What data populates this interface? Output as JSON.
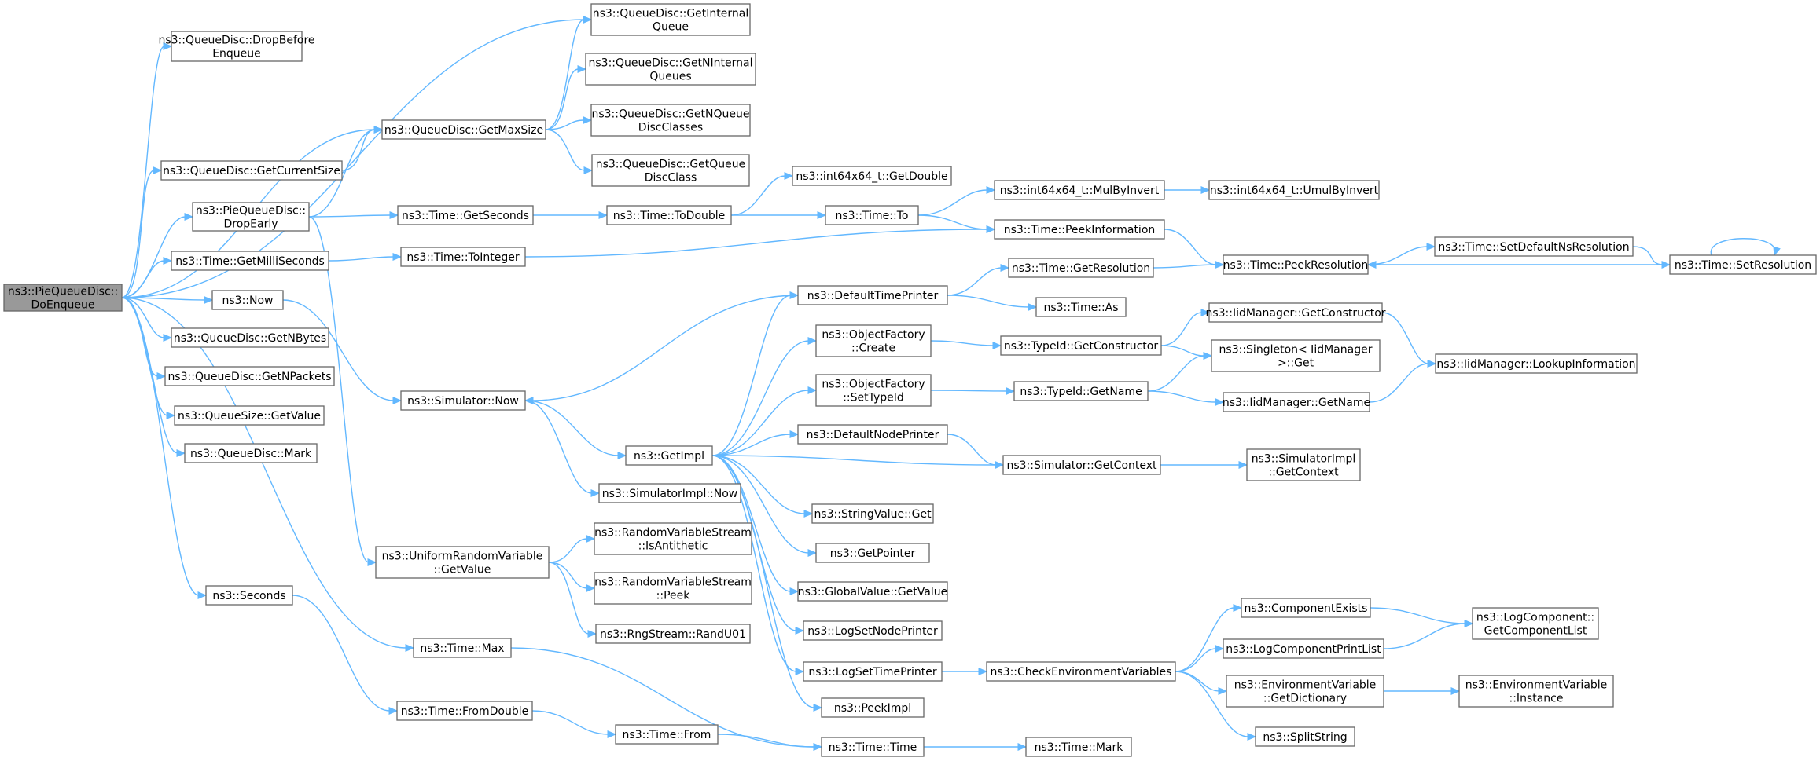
{
  "graph": {
    "root": "ns3::PieQueueDisc::DoEnqueue",
    "nodes": [
      {
        "id": "root",
        "lines": [
          "ns3::PieQueueDisc::",
          "DoEnqueue"
        ]
      },
      {
        "id": "dropBeforeEnqueue",
        "lines": [
          "ns3::QueueDisc::DropBefore",
          "Enqueue"
        ]
      },
      {
        "id": "getCurrentSize",
        "lines": [
          "ns3::QueueDisc::GetCurrentSize"
        ]
      },
      {
        "id": "dropEarly",
        "lines": [
          "ns3::PieQueueDisc::",
          "DropEarly"
        ]
      },
      {
        "id": "getMilliSeconds",
        "lines": [
          "ns3::Time::GetMilliSeconds"
        ]
      },
      {
        "id": "now",
        "lines": [
          "ns3::Now"
        ]
      },
      {
        "id": "getNBytes",
        "lines": [
          "ns3::QueueDisc::GetNBytes"
        ]
      },
      {
        "id": "getNPackets",
        "lines": [
          "ns3::QueueDisc::GetNPackets"
        ]
      },
      {
        "id": "queueSizeGetValue",
        "lines": [
          "ns3::QueueSize::GetValue"
        ]
      },
      {
        "id": "qdMark",
        "lines": [
          "ns3::QueueDisc::Mark"
        ]
      },
      {
        "id": "seconds",
        "lines": [
          "ns3::Seconds"
        ]
      },
      {
        "id": "getMaxSize",
        "lines": [
          "ns3::QueueDisc::GetMaxSize"
        ]
      },
      {
        "id": "getInternalQueue",
        "lines": [
          "ns3::QueueDisc::GetInternal",
          "Queue"
        ]
      },
      {
        "id": "getNInternalQueues",
        "lines": [
          "ns3::QueueDisc::GetNInternal",
          "Queues"
        ]
      },
      {
        "id": "getNQueueDiscClasses",
        "lines": [
          "ns3::QueueDisc::GetNQueue",
          "DiscClasses"
        ]
      },
      {
        "id": "getQueueDiscClass",
        "lines": [
          "ns3::QueueDisc::GetQueue",
          "DiscClass"
        ]
      },
      {
        "id": "getSeconds",
        "lines": [
          "ns3::Time::GetSeconds"
        ]
      },
      {
        "id": "toInteger",
        "lines": [
          "ns3::Time::ToInteger"
        ]
      },
      {
        "id": "simNow",
        "lines": [
          "ns3::Simulator::Now"
        ]
      },
      {
        "id": "urvGetValue",
        "lines": [
          "ns3::UniformRandomVariable",
          "::GetValue"
        ]
      },
      {
        "id": "timeMax",
        "lines": [
          "ns3::Time::Max"
        ]
      },
      {
        "id": "fromDouble",
        "lines": [
          "ns3::Time::FromDouble"
        ]
      },
      {
        "id": "toDouble",
        "lines": [
          "ns3::Time::ToDouble"
        ]
      },
      {
        "id": "i64GetDouble",
        "lines": [
          "ns3::int64x64_t::GetDouble"
        ]
      },
      {
        "id": "timeTo",
        "lines": [
          "ns3::Time::To"
        ]
      },
      {
        "id": "mulByInvert",
        "lines": [
          "ns3::int64x64_t::MulByInvert"
        ]
      },
      {
        "id": "umulByInvert",
        "lines": [
          "ns3::int64x64_t::UmulByInvert"
        ]
      },
      {
        "id": "peekInformation",
        "lines": [
          "ns3::Time::PeekInformation"
        ]
      },
      {
        "id": "peekResolution",
        "lines": [
          "ns3::Time::PeekResolution"
        ]
      },
      {
        "id": "setDefaultNsResolution",
        "lines": [
          "ns3::Time::SetDefaultNsResolution"
        ]
      },
      {
        "id": "setResolution",
        "lines": [
          "ns3::Time::SetResolution"
        ]
      },
      {
        "id": "defaultTimePrinter",
        "lines": [
          "ns3::DefaultTimePrinter"
        ]
      },
      {
        "id": "getResolution",
        "lines": [
          "ns3::Time::GetResolution"
        ]
      },
      {
        "id": "timeAs",
        "lines": [
          "ns3::Time::As"
        ]
      },
      {
        "id": "ofCreate",
        "lines": [
          "ns3::ObjectFactory",
          "::Create"
        ]
      },
      {
        "id": "typeIdGetConstructor",
        "lines": [
          "ns3::TypeId::GetConstructor"
        ]
      },
      {
        "id": "iidGetConstructor",
        "lines": [
          "ns3::IidManager::GetConstructor"
        ]
      },
      {
        "id": "singletonGet",
        "lines": [
          "ns3::Singleton< IidManager",
          " >::Get"
        ]
      },
      {
        "id": "lookupInformation",
        "lines": [
          "ns3::IidManager::LookupInformation"
        ]
      },
      {
        "id": "ofSetTypeId",
        "lines": [
          "ns3::ObjectFactory",
          "::SetTypeId"
        ]
      },
      {
        "id": "typeIdGetName",
        "lines": [
          "ns3::TypeId::GetName"
        ]
      },
      {
        "id": "iidGetName",
        "lines": [
          "ns3::IidManager::GetName"
        ]
      },
      {
        "id": "getImpl",
        "lines": [
          "ns3::GetImpl"
        ]
      },
      {
        "id": "defaultNodePrinter",
        "lines": [
          "ns3::DefaultNodePrinter"
        ]
      },
      {
        "id": "simGetContext",
        "lines": [
          "ns3::Simulator::GetContext"
        ]
      },
      {
        "id": "simImplGetContext",
        "lines": [
          "ns3::SimulatorImpl",
          "::GetContext"
        ]
      },
      {
        "id": "simImplNow",
        "lines": [
          "ns3::SimulatorImpl::Now"
        ]
      },
      {
        "id": "stringValueGet",
        "lines": [
          "ns3::StringValue::Get"
        ]
      },
      {
        "id": "getPointer",
        "lines": [
          "ns3::GetPointer"
        ]
      },
      {
        "id": "globalValueGetValue",
        "lines": [
          "ns3::GlobalValue::GetValue"
        ]
      },
      {
        "id": "logSetNodePrinter",
        "lines": [
          "ns3::LogSetNodePrinter"
        ]
      },
      {
        "id": "logSetTimePrinter",
        "lines": [
          "ns3::LogSetTimePrinter"
        ]
      },
      {
        "id": "peekImpl",
        "lines": [
          "ns3::PeekImpl"
        ]
      },
      {
        "id": "rvsIsAntithetic",
        "lines": [
          "ns3::RandomVariableStream",
          "::IsAntithetic"
        ]
      },
      {
        "id": "rvsPeek",
        "lines": [
          "ns3::RandomVariableStream",
          "::Peek"
        ]
      },
      {
        "id": "randU01",
        "lines": [
          "ns3::RngStream::RandU01"
        ]
      },
      {
        "id": "checkEnvVars",
        "lines": [
          "ns3::CheckEnvironmentVariables"
        ]
      },
      {
        "id": "componentExists",
        "lines": [
          "ns3::ComponentExists"
        ]
      },
      {
        "id": "logComponentPrintList",
        "lines": [
          "ns3::LogComponentPrintList"
        ]
      },
      {
        "id": "getComponentList",
        "lines": [
          "ns3::LogComponent::",
          "GetComponentList"
        ]
      },
      {
        "id": "envGetDictionary",
        "lines": [
          "ns3::EnvironmentVariable",
          "::GetDictionary"
        ]
      },
      {
        "id": "envInstance",
        "lines": [
          "ns3::EnvironmentVariable",
          "::Instance"
        ]
      },
      {
        "id": "splitString",
        "lines": [
          "ns3::SplitString"
        ]
      },
      {
        "id": "timeFrom",
        "lines": [
          "ns3::Time::From"
        ]
      },
      {
        "id": "timeTime",
        "lines": [
          "ns3::Time::Time"
        ]
      },
      {
        "id": "timeMark",
        "lines": [
          "ns3::Time::Mark"
        ]
      }
    ],
    "edges": [
      [
        "root",
        "dropBeforeEnqueue"
      ],
      [
        "root",
        "getInternalQueue"
      ],
      [
        "root",
        "getMaxSize"
      ],
      [
        "root",
        "getCurrentSize"
      ],
      [
        "root",
        "dropEarly"
      ],
      [
        "root",
        "getMilliSeconds"
      ],
      [
        "root",
        "now"
      ],
      [
        "root",
        "getNBytes"
      ],
      [
        "root",
        "getNPackets"
      ],
      [
        "root",
        "queueSizeGetValue"
      ],
      [
        "root",
        "qdMark"
      ],
      [
        "root",
        "seconds"
      ],
      [
        "root",
        "timeMax"
      ],
      [
        "getCurrentSize",
        "getMaxSize"
      ],
      [
        "getMaxSize",
        "getInternalQueue"
      ],
      [
        "getMaxSize",
        "getNInternalQueues"
      ],
      [
        "getMaxSize",
        "getNQueueDiscClasses"
      ],
      [
        "getMaxSize",
        "getQueueDiscClass"
      ],
      [
        "dropEarly",
        "getMaxSize"
      ],
      [
        "dropEarly",
        "getSeconds"
      ],
      [
        "dropEarly",
        "urvGetValue"
      ],
      [
        "getMilliSeconds",
        "toInteger"
      ],
      [
        "now",
        "simNow"
      ],
      [
        "seconds",
        "fromDouble"
      ],
      [
        "getSeconds",
        "toDouble"
      ],
      [
        "toDouble",
        "i64GetDouble"
      ],
      [
        "toDouble",
        "timeTo"
      ],
      [
        "timeTo",
        "mulByInvert"
      ],
      [
        "timeTo",
        "peekInformation"
      ],
      [
        "mulByInvert",
        "umulByInvert"
      ],
      [
        "toInteger",
        "peekInformation"
      ],
      [
        "peekInformation",
        "peekResolution"
      ],
      [
        "peekResolution",
        "setDefaultNsResolution"
      ],
      [
        "setDefaultNsResolution",
        "setResolution"
      ],
      [
        "setResolution",
        "peekResolution"
      ],
      [
        "setResolution",
        "setResolution"
      ],
      [
        "defaultTimePrinter",
        "getResolution"
      ],
      [
        "defaultTimePrinter",
        "timeAs"
      ],
      [
        "defaultTimePrinter",
        "simNow"
      ],
      [
        "getResolution",
        "peekResolution"
      ],
      [
        "simNow",
        "getImpl"
      ],
      [
        "simNow",
        "simImplNow"
      ],
      [
        "getImpl",
        "defaultTimePrinter"
      ],
      [
        "getImpl",
        "ofCreate"
      ],
      [
        "getImpl",
        "ofSetTypeId"
      ],
      [
        "getImpl",
        "defaultNodePrinter"
      ],
      [
        "getImpl",
        "simGetContext"
      ],
      [
        "getImpl",
        "stringValueGet"
      ],
      [
        "getImpl",
        "getPointer"
      ],
      [
        "getImpl",
        "globalValueGetValue"
      ],
      [
        "getImpl",
        "logSetNodePrinter"
      ],
      [
        "getImpl",
        "logSetTimePrinter"
      ],
      [
        "getImpl",
        "peekImpl"
      ],
      [
        "ofCreate",
        "typeIdGetConstructor"
      ],
      [
        "typeIdGetConstructor",
        "iidGetConstructor"
      ],
      [
        "typeIdGetConstructor",
        "singletonGet"
      ],
      [
        "iidGetConstructor",
        "lookupInformation"
      ],
      [
        "ofSetTypeId",
        "typeIdGetName"
      ],
      [
        "typeIdGetName",
        "singletonGet"
      ],
      [
        "typeIdGetName",
        "iidGetName"
      ],
      [
        "iidGetName",
        "lookupInformation"
      ],
      [
        "defaultNodePrinter",
        "simGetContext"
      ],
      [
        "simGetContext",
        "simImplGetContext"
      ],
      [
        "urvGetValue",
        "rvsIsAntithetic"
      ],
      [
        "urvGetValue",
        "rvsPeek"
      ],
      [
        "urvGetValue",
        "randU01"
      ],
      [
        "logSetTimePrinter",
        "checkEnvVars"
      ],
      [
        "checkEnvVars",
        "componentExists"
      ],
      [
        "checkEnvVars",
        "logComponentPrintList"
      ],
      [
        "checkEnvVars",
        "envGetDictionary"
      ],
      [
        "checkEnvVars",
        "splitString"
      ],
      [
        "componentExists",
        "getComponentList"
      ],
      [
        "logComponentPrintList",
        "getComponentList"
      ],
      [
        "envGetDictionary",
        "envInstance"
      ],
      [
        "timeMax",
        "timeTime"
      ],
      [
        "fromDouble",
        "timeFrom"
      ],
      [
        "timeFrom",
        "timeTime"
      ],
      [
        "timeTime",
        "timeMark"
      ]
    ]
  },
  "colors": {
    "edge": "#63b8ff",
    "root_fill": "#999999",
    "node_fill": "#ffffff",
    "node_border": "#666666"
  }
}
